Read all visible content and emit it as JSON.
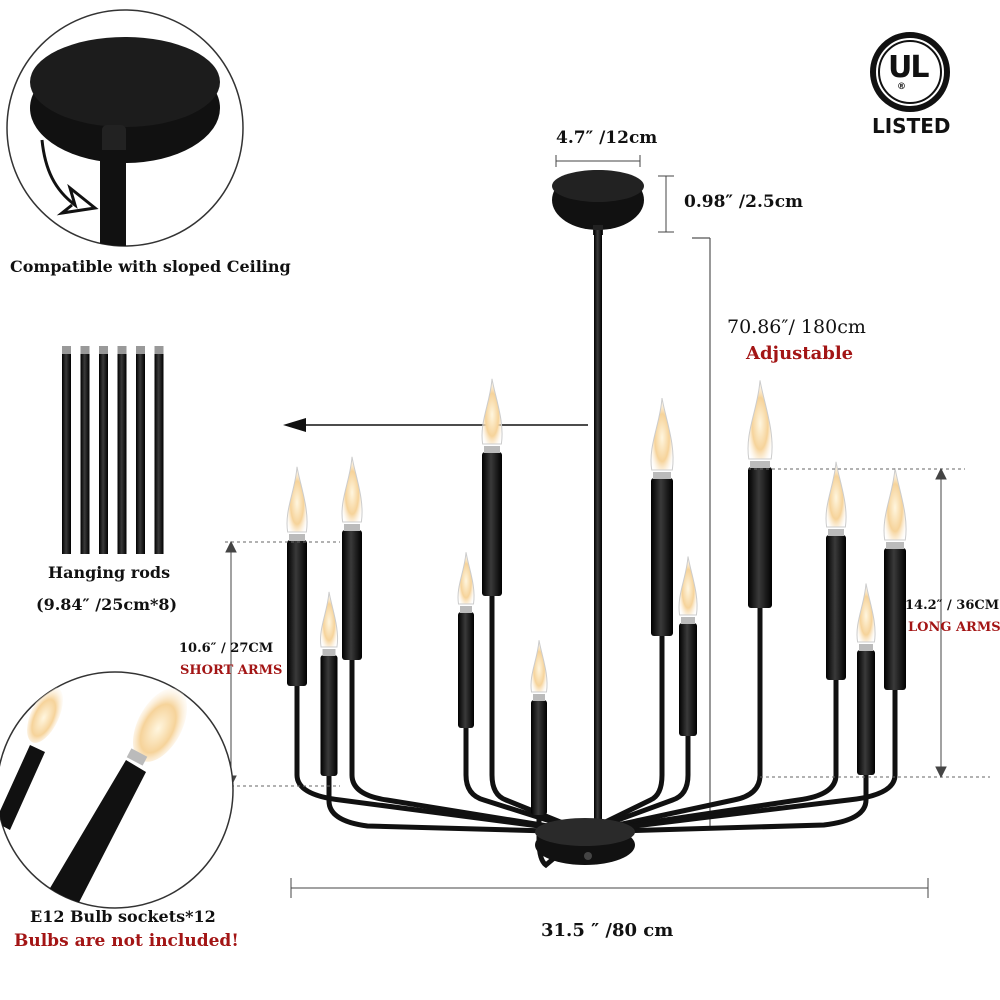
{
  "ul_mark": {
    "letters": "UL",
    "listed": "LISTED",
    "registered": "®"
  },
  "sloped_ceiling": {
    "caption": "Compatible with sloped Ceiling"
  },
  "canopy": {
    "width_label": "4.7″ /12cm",
    "height_label": "0.98″ /2.5cm"
  },
  "total_height": {
    "label": "70.86″/ 180cm",
    "note": "Adjustable"
  },
  "rods": {
    "title": "Hanging rods",
    "size": "(9.84″ /25cm*8)"
  },
  "short_arms": {
    "size": "10.6″ / 27CM",
    "label": "SHORT ARMS"
  },
  "long_arms": {
    "size": "14.2″ / 36CM",
    "label": "LONG ARMS"
  },
  "sockets": {
    "caption": "E12 Bulb sockets*12",
    "note": "Bulbs are not included!"
  },
  "diameter": {
    "label": "31.5 ″ /80 cm"
  },
  "colors": {
    "fixture": "#111111",
    "accent_red": "#a31515",
    "bulb_glow": "#f6d39a"
  }
}
